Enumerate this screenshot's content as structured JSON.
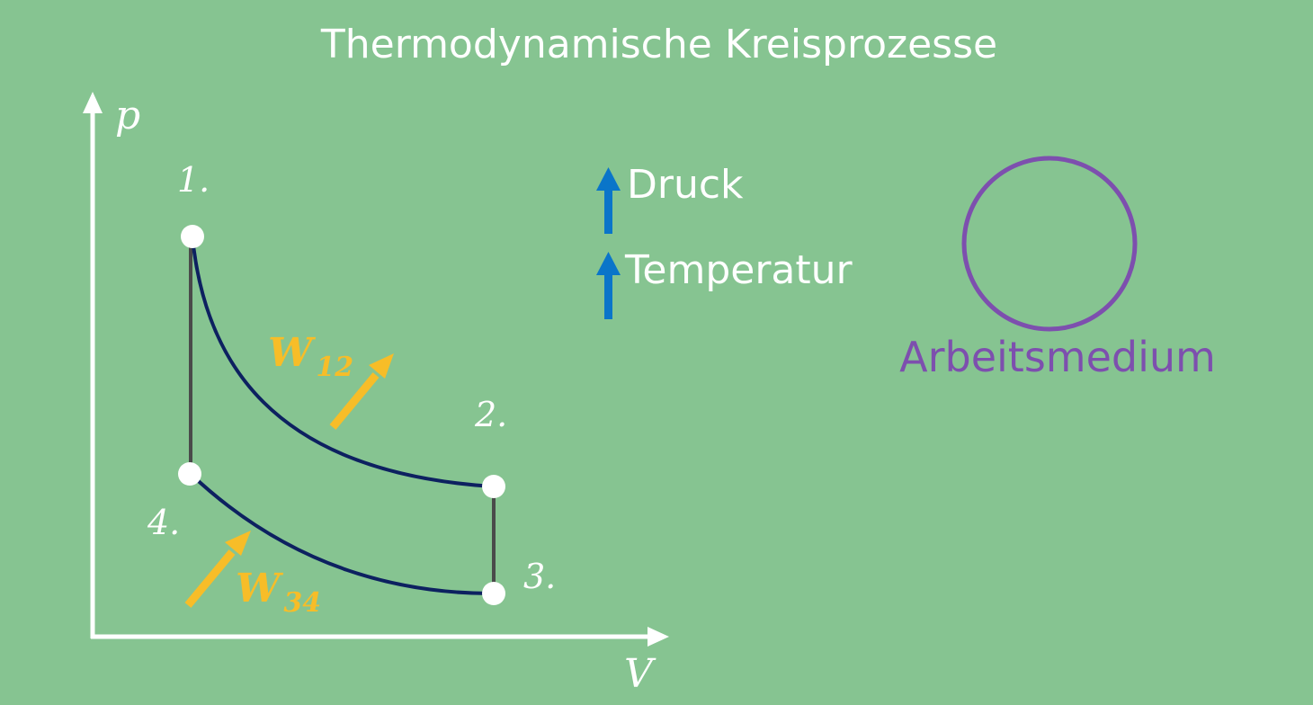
{
  "title": "Thermodynamische Kreisprozesse",
  "diagram": {
    "axes": {
      "y_label": "p",
      "x_label": "V"
    },
    "points": [
      {
        "label": "1."
      },
      {
        "label": "2."
      },
      {
        "label": "3."
      },
      {
        "label": "4."
      }
    ],
    "work": [
      {
        "symbol": "W",
        "subscript": "12"
      },
      {
        "symbol": "W",
        "subscript": "34"
      }
    ],
    "colors": {
      "background": "#86c491",
      "axis": "#ffffff",
      "curve": "#0d2160",
      "vertical_line": "#4a4a4a",
      "work_arrow": "#f7bd28",
      "point": "#ffffff"
    }
  },
  "indicators": [
    {
      "label": "Druck",
      "icon": "arrow-up-icon",
      "color": "#0a75c9"
    },
    {
      "label": "Temperatur",
      "icon": "arrow-up-icon",
      "color": "#0a75c9"
    }
  ],
  "medium": {
    "label": "Arbeitsmedium",
    "color": "#7d4fae"
  }
}
